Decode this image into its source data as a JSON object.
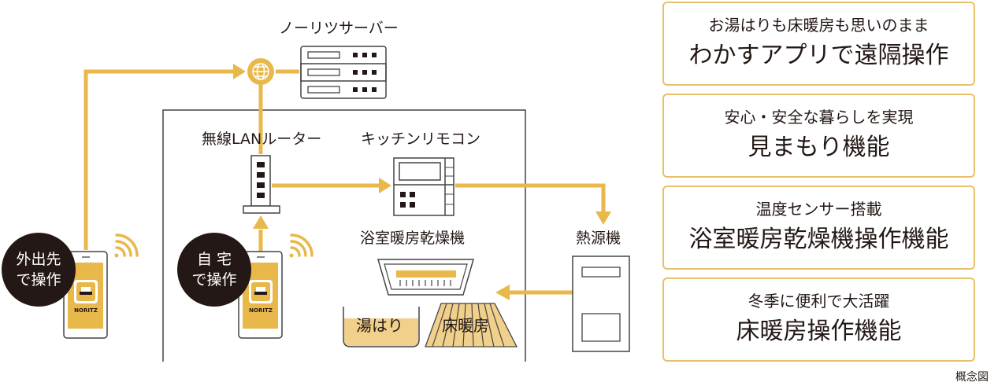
{
  "labels": {
    "server": "ノーリツサーバー",
    "router": "無線LANルーター",
    "kitchen_remote": "キッチンリモコン",
    "bathroom_dryer": "浴室暖房乾燥機",
    "heat_source": "熱源機",
    "bath_fill": "湯はり",
    "floor_heating": "床暖房",
    "phone_brand": "NORITZ"
  },
  "circles": {
    "outside": [
      "外出先",
      "で操作"
    ],
    "home": [
      "自 宅",
      "で操作"
    ]
  },
  "cards": [
    {
      "sub": "お湯はりも床暖房も思いのまま",
      "main": "わかすアプリで遠隔操作"
    },
    {
      "sub": "安心・安全な暮らしを実現",
      "main": "見まもり機能"
    },
    {
      "sub": "温度センサー搭載",
      "main": "浴室暖房乾燥機操作機能"
    },
    {
      "sub": "冬季に便利で大活躍",
      "main": "床暖房操作機能"
    }
  ],
  "note": "概念図",
  "colors": {
    "accent": "#e8b84a",
    "dark": "#231815",
    "line": "#444444",
    "fill_light": "#f0d08a"
  }
}
